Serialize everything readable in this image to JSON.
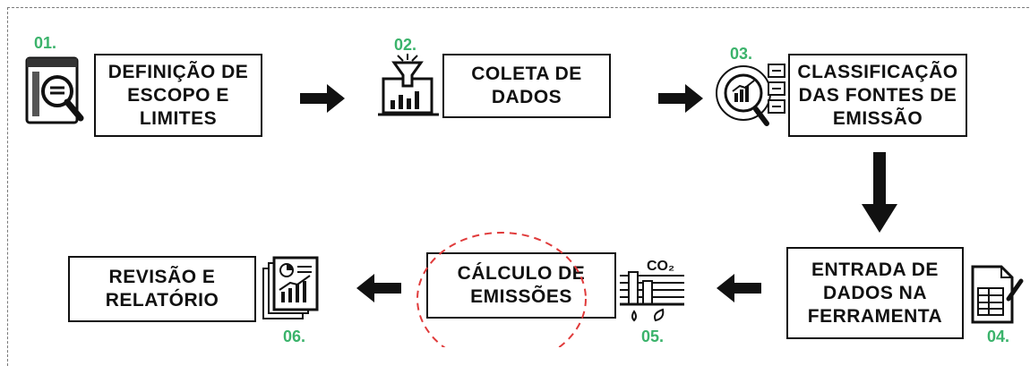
{
  "steps": [
    {
      "number": "01.",
      "label": "DEFINIÇÃO DE\nESCOPO E\nLIMITES",
      "icon": "search-document-icon"
    },
    {
      "number": "02.",
      "label": "COLETA DE\nDADOS",
      "icon": "data-funnel-chart-icon"
    },
    {
      "number": "03.",
      "label": "CLASSIFICAÇÃO\nDAS FONTES DE\nEMISSÃO",
      "icon": "magnifier-chart-list-icon"
    },
    {
      "number": "04.",
      "label": "ENTRADA DE\nDADOS NA\nFERRAMENTA",
      "icon": "spreadsheet-pen-icon"
    },
    {
      "number": "05.",
      "label": "CÁLCULO DE\nEMISSÕES",
      "icon": "co2-factory-icon"
    },
    {
      "number": "06.",
      "label": "REVISÃO E\nRELATÓRIO",
      "icon": "report-documents-icon"
    }
  ],
  "co2_label": "CO₂",
  "colors": {
    "number": "#3bb36b",
    "highlight": "#e03b3b",
    "stroke": "#111111"
  }
}
